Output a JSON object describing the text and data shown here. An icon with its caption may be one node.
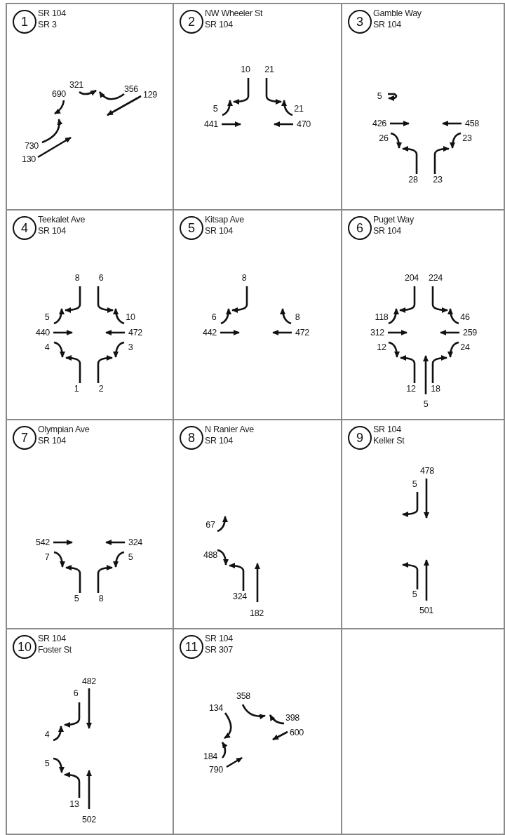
{
  "diagram": {
    "nodes": [
      {
        "text": [
          "SR 104",
          "SR 3"
        ]
      },
      {
        "text": [
          "1"
        ],
        "in": 0
      },
      {
        "text": [
          "NW Wheeler St",
          "SR 104"
        ]
      },
      {
        "text": [
          "2"
        ],
        "in": 2
      },
      {
        "text": [
          "Gamble Way",
          "SR 104"
        ]
      },
      {
        "text": [
          "3"
        ],
        "in": 4
      },
      {
        "text": [
          "Teekalet Ave",
          "SR 104"
        ]
      },
      {
        "text": [
          "4"
        ],
        "in": 6
      },
      {
        "text": [
          "Kitsap Ave",
          "SR 104"
        ]
      },
      {
        "text": [
          "5"
        ],
        "in": 8
      },
      {
        "text": [
          "Puget Way",
          "SR 104"
        ]
      },
      {
        "text": [
          "6"
        ],
        "in": 10
      },
      {
        "text": [
          "Olympian Ave",
          "SR 104"
        ]
      },
      {
        "text": [
          "7"
        ],
        "in": 12
      },
      {
        "text": [
          "N Ranier Ave",
          "SR 104"
        ]
      },
      {
        "text": [
          "8"
        ],
        "in": 14
      },
      {
        "text": [
          "SR 104",
          "Keller St"
        ]
      },
      {
        "text": [
          "9"
        ],
        "in": 16
      },
      {
        "text": [
          "SR 104",
          "Foster St"
        ]
      },
      {
        "text": [
          "10"
        ],
        "in": 18
      },
      {
        "text": [
          "SR 104",
          "SR 307"
        ]
      },
      {
        "text": [
          "11"
        ],
        "in": 20
      },
      {
        "text": [],
        "shape": "box"
      }
    ],
    "labels": [
      "321",
      "690",
      "356",
      "129",
      "730",
      "130",
      "10",
      "21",
      "5",
      "21",
      "441",
      "470",
      "5",
      "426",
      "458",
      "26",
      "23",
      "28",
      "23",
      "8",
      "6",
      "5",
      "10",
      "440",
      "472",
      "4",
      "3",
      "1",
      "2",
      "8",
      "6",
      "8",
      "442",
      "472",
      "204",
      "224",
      "118",
      "46",
      "312",
      "259",
      "12",
      "24",
      "12",
      "18",
      "5",
      "542",
      "324",
      "7",
      "5",
      "5",
      "8",
      "67",
      "488",
      "324",
      "182",
      "478",
      "5",
      "5",
      "501",
      "482",
      "6",
      "4",
      "5",
      "13",
      "502",
      "358",
      "134",
      "398",
      "600",
      "184",
      "790"
    ]
  }
}
